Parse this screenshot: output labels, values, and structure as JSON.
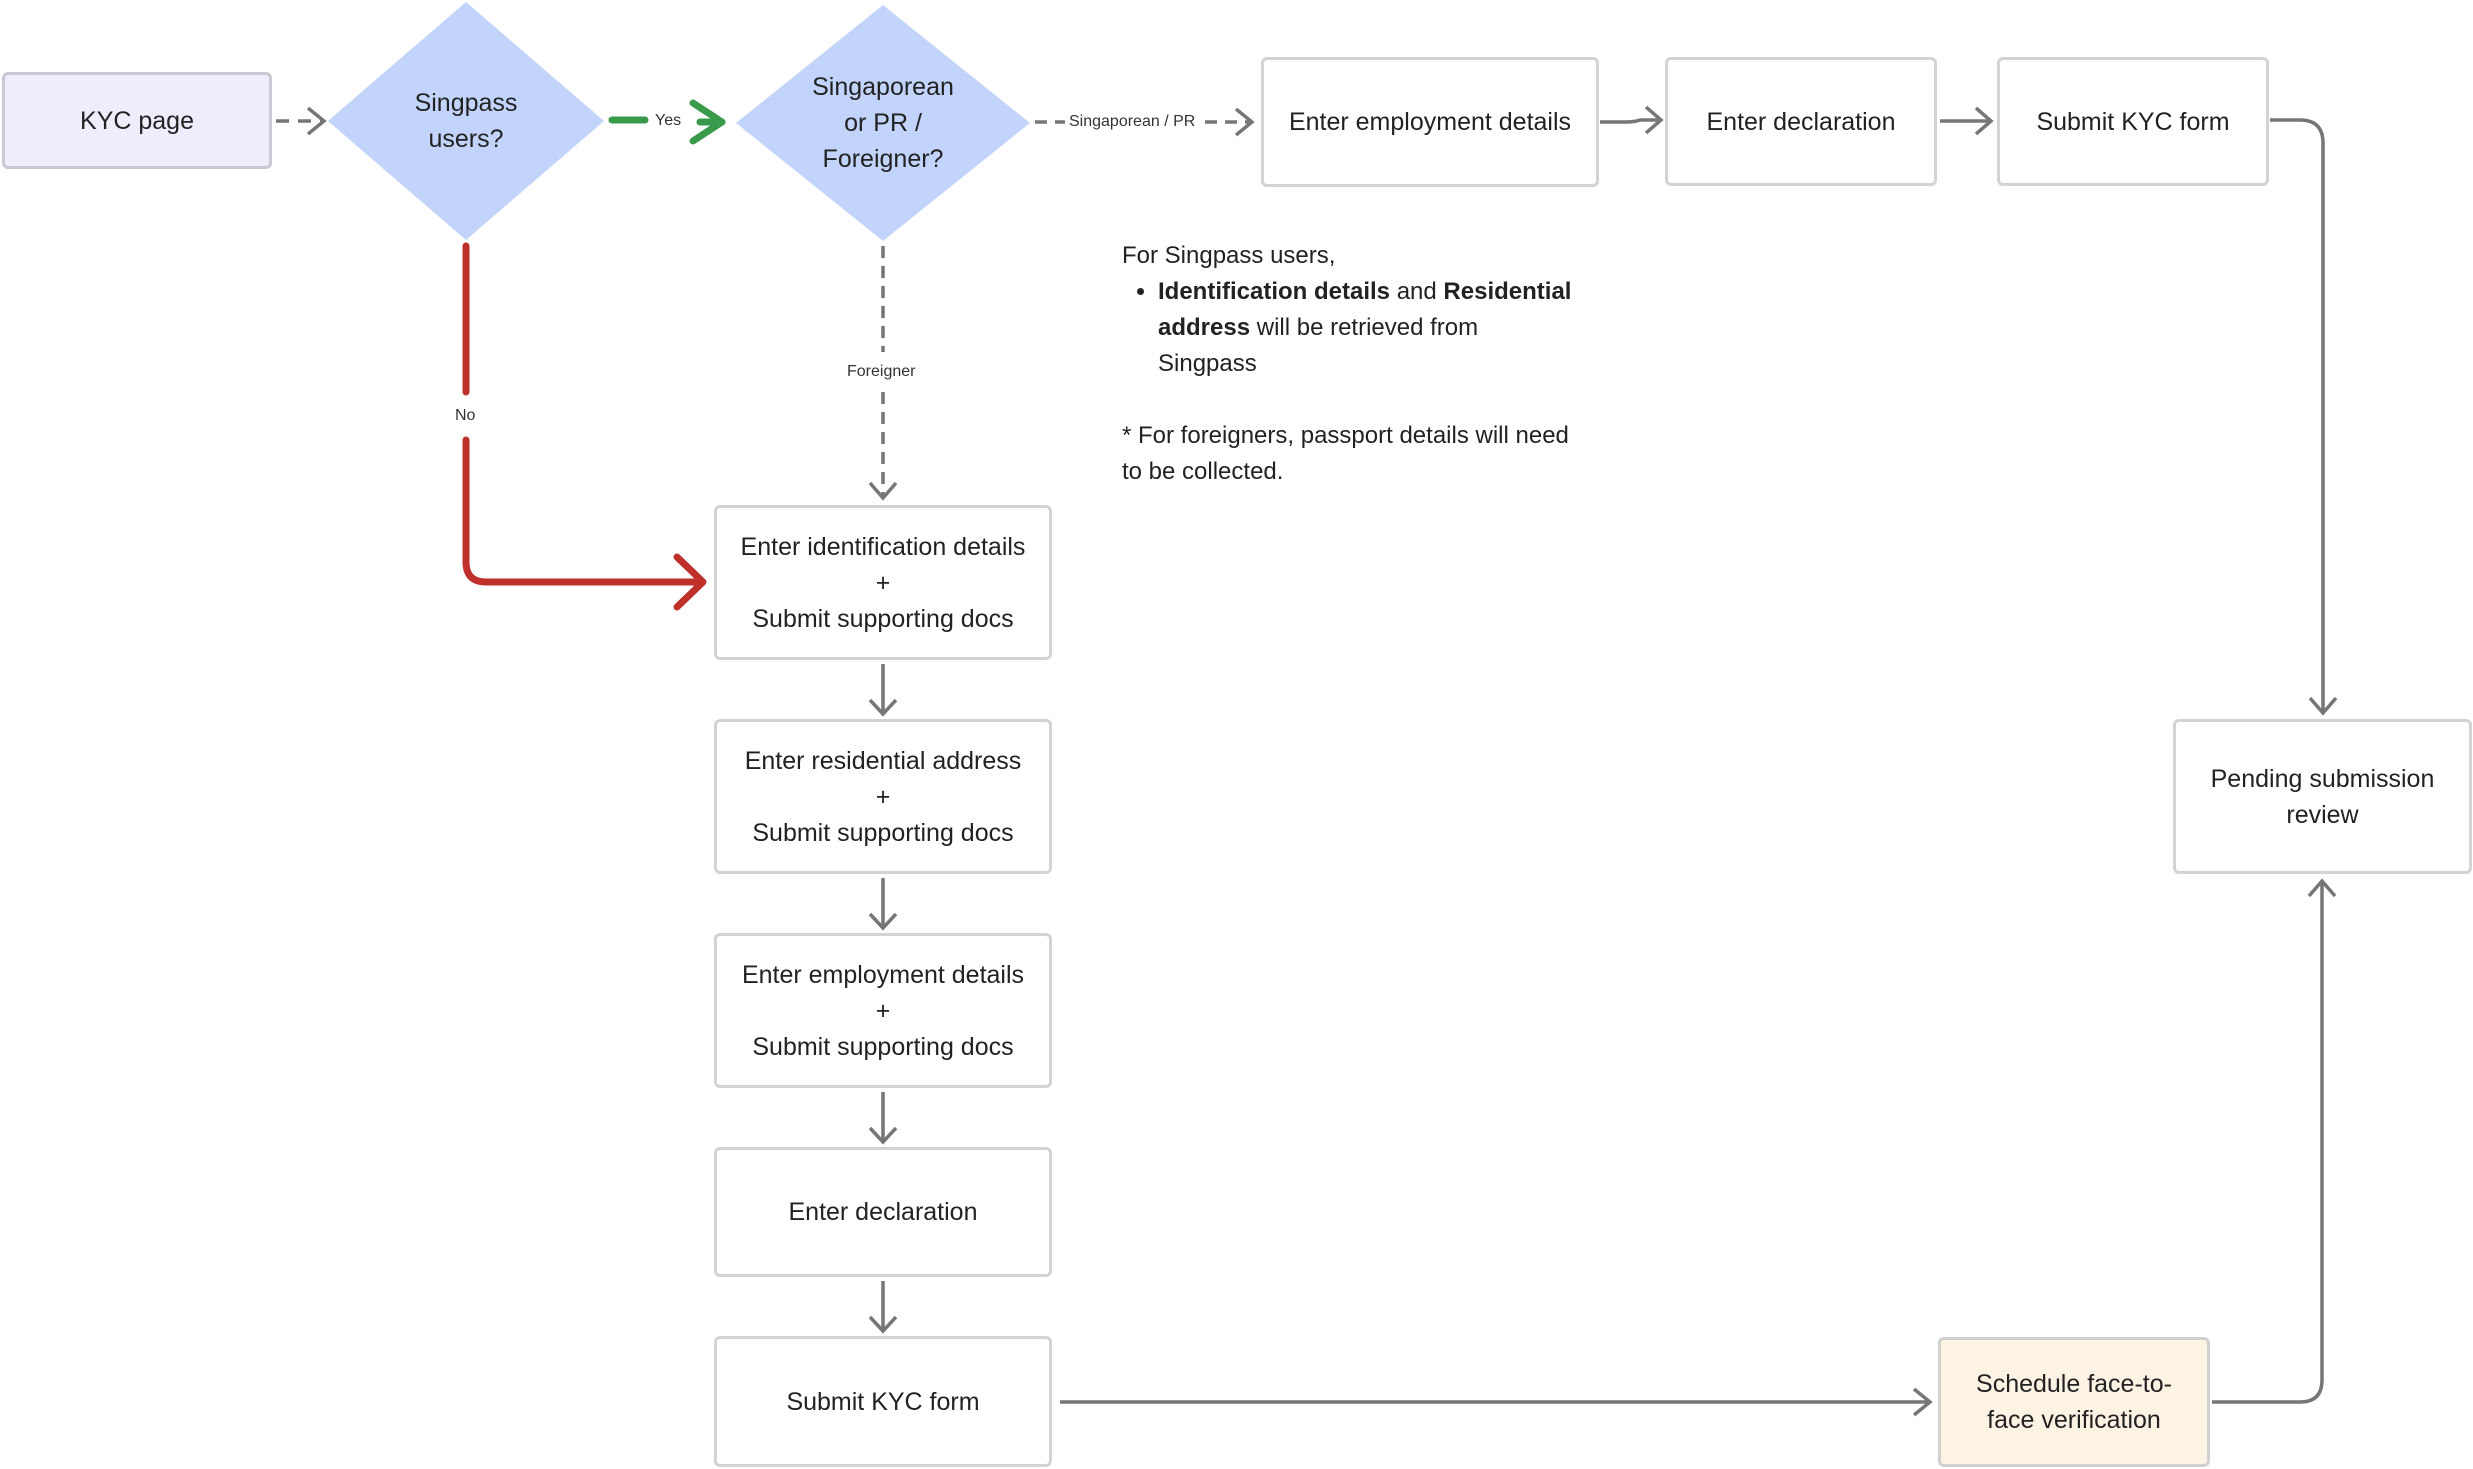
{
  "nodes": {
    "kyc_page": "KYC page",
    "singpass_q": [
      "Singpass",
      "users?"
    ],
    "residency_q": [
      "Singaporean",
      "or PR /",
      "Foreigner?"
    ],
    "top_employment": "Enter employment details",
    "top_declaration": "Enter declaration",
    "top_submit": "Submit KYC form",
    "pending_review": [
      "Pending submission",
      "review"
    ],
    "step_identification": [
      "Enter identification details",
      "+",
      "Submit supporting docs"
    ],
    "step_residential": [
      "Enter residential address",
      "+",
      "Submit supporting docs"
    ],
    "step_employment": [
      "Enter employment details",
      "+",
      "Submit supporting docs"
    ],
    "step_declaration": "Enter declaration",
    "step_submit": "Submit KYC form",
    "face_to_face": [
      "Schedule face-to-",
      "face verification"
    ]
  },
  "edge_labels": {
    "yes": "Yes",
    "no": "No",
    "singaporean_pr": "Singaporean / PR",
    "foreigner": "Foreigner"
  },
  "note": {
    "intro": "For Singpass users,",
    "bullet_bold_1": "Identification details",
    "bullet_mid": " and ",
    "bullet_bold_2": "Residential address",
    "bullet_rest": " will be retrieved from Singpass",
    "foreigner_note": "* For foreigners, passport details will need to be collected."
  },
  "colors": {
    "diamond_fill": "#c2d4fb",
    "yes_arrow": "#3a9a4c",
    "no_arrow": "#c0302a",
    "connector": "#767676",
    "start_fill": "#efedfb",
    "face_to_face_fill": "#fdf3e4"
  }
}
